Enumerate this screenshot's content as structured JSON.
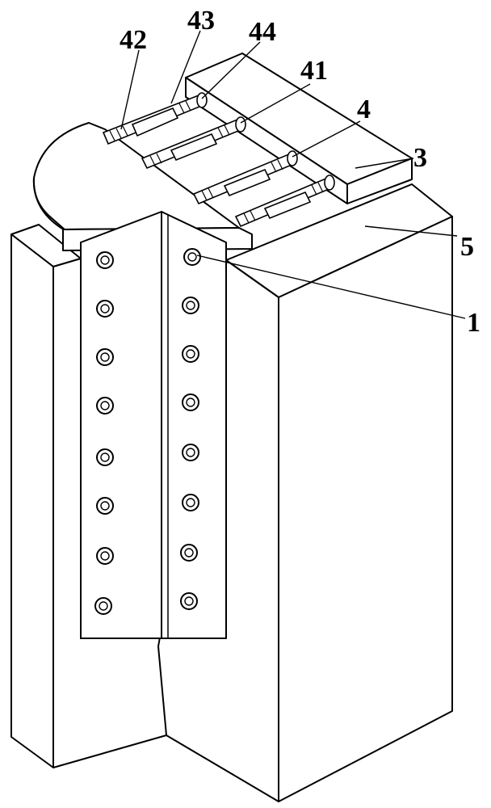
{
  "figure": {
    "labels": [
      {
        "id": "42",
        "text": "42"
      },
      {
        "id": "43",
        "text": "43"
      },
      {
        "id": "44",
        "text": "44"
      },
      {
        "id": "41",
        "text": "41"
      },
      {
        "id": "4",
        "text": "4"
      },
      {
        "id": "3",
        "text": "3"
      },
      {
        "id": "5",
        "text": "5"
      },
      {
        "id": "1",
        "text": "1"
      }
    ],
    "bolt_rows": 8,
    "bolt_columns": 2,
    "turnbuckle_count": 4
  }
}
